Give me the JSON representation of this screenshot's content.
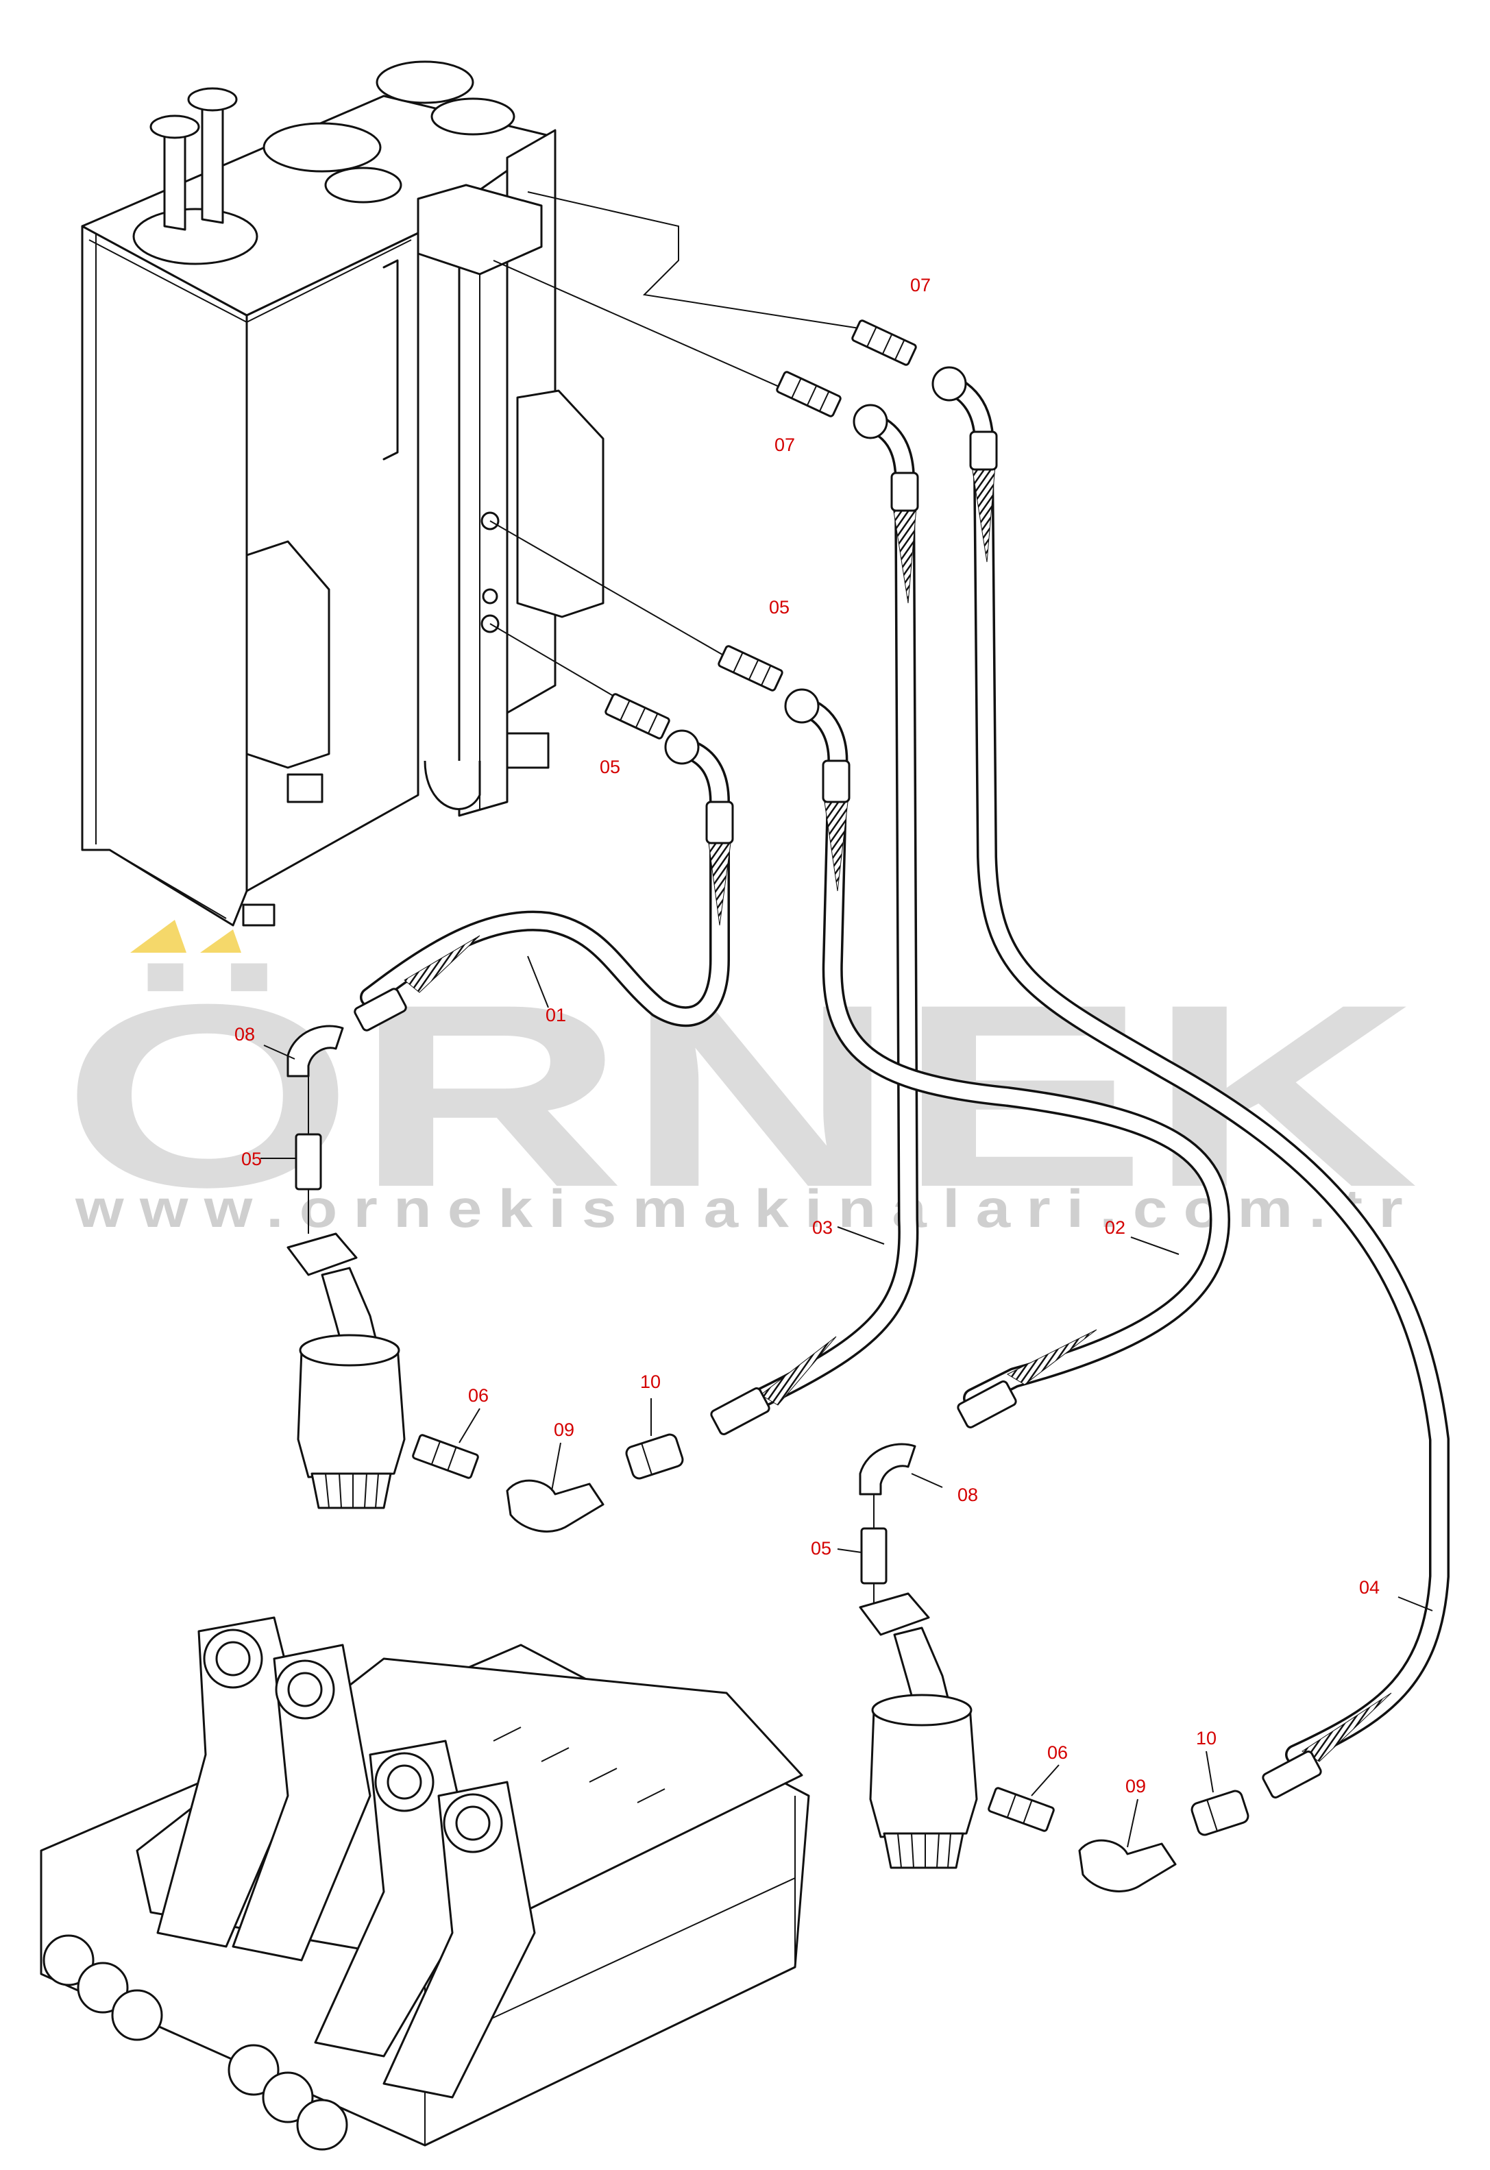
{
  "watermark": {
    "brand": "ÖRNEK",
    "url": "www.ornekismakinalari.com.tr"
  },
  "callouts": [
    "07",
    "07",
    "05",
    "05",
    "01",
    "08",
    "05",
    "03",
    "02",
    "06",
    "09",
    "10",
    "08",
    "05",
    "04",
    "06",
    "09",
    "10"
  ],
  "colors": {
    "callout_text": "#d40000",
    "linework": "#111111",
    "watermark_text": "#dcdcdc",
    "watermark_accent": "#f5d86a"
  },
  "icons": [
    "hydraulic-tank",
    "hose-fitting",
    "hydraulic-motor",
    "boom-frame"
  ]
}
